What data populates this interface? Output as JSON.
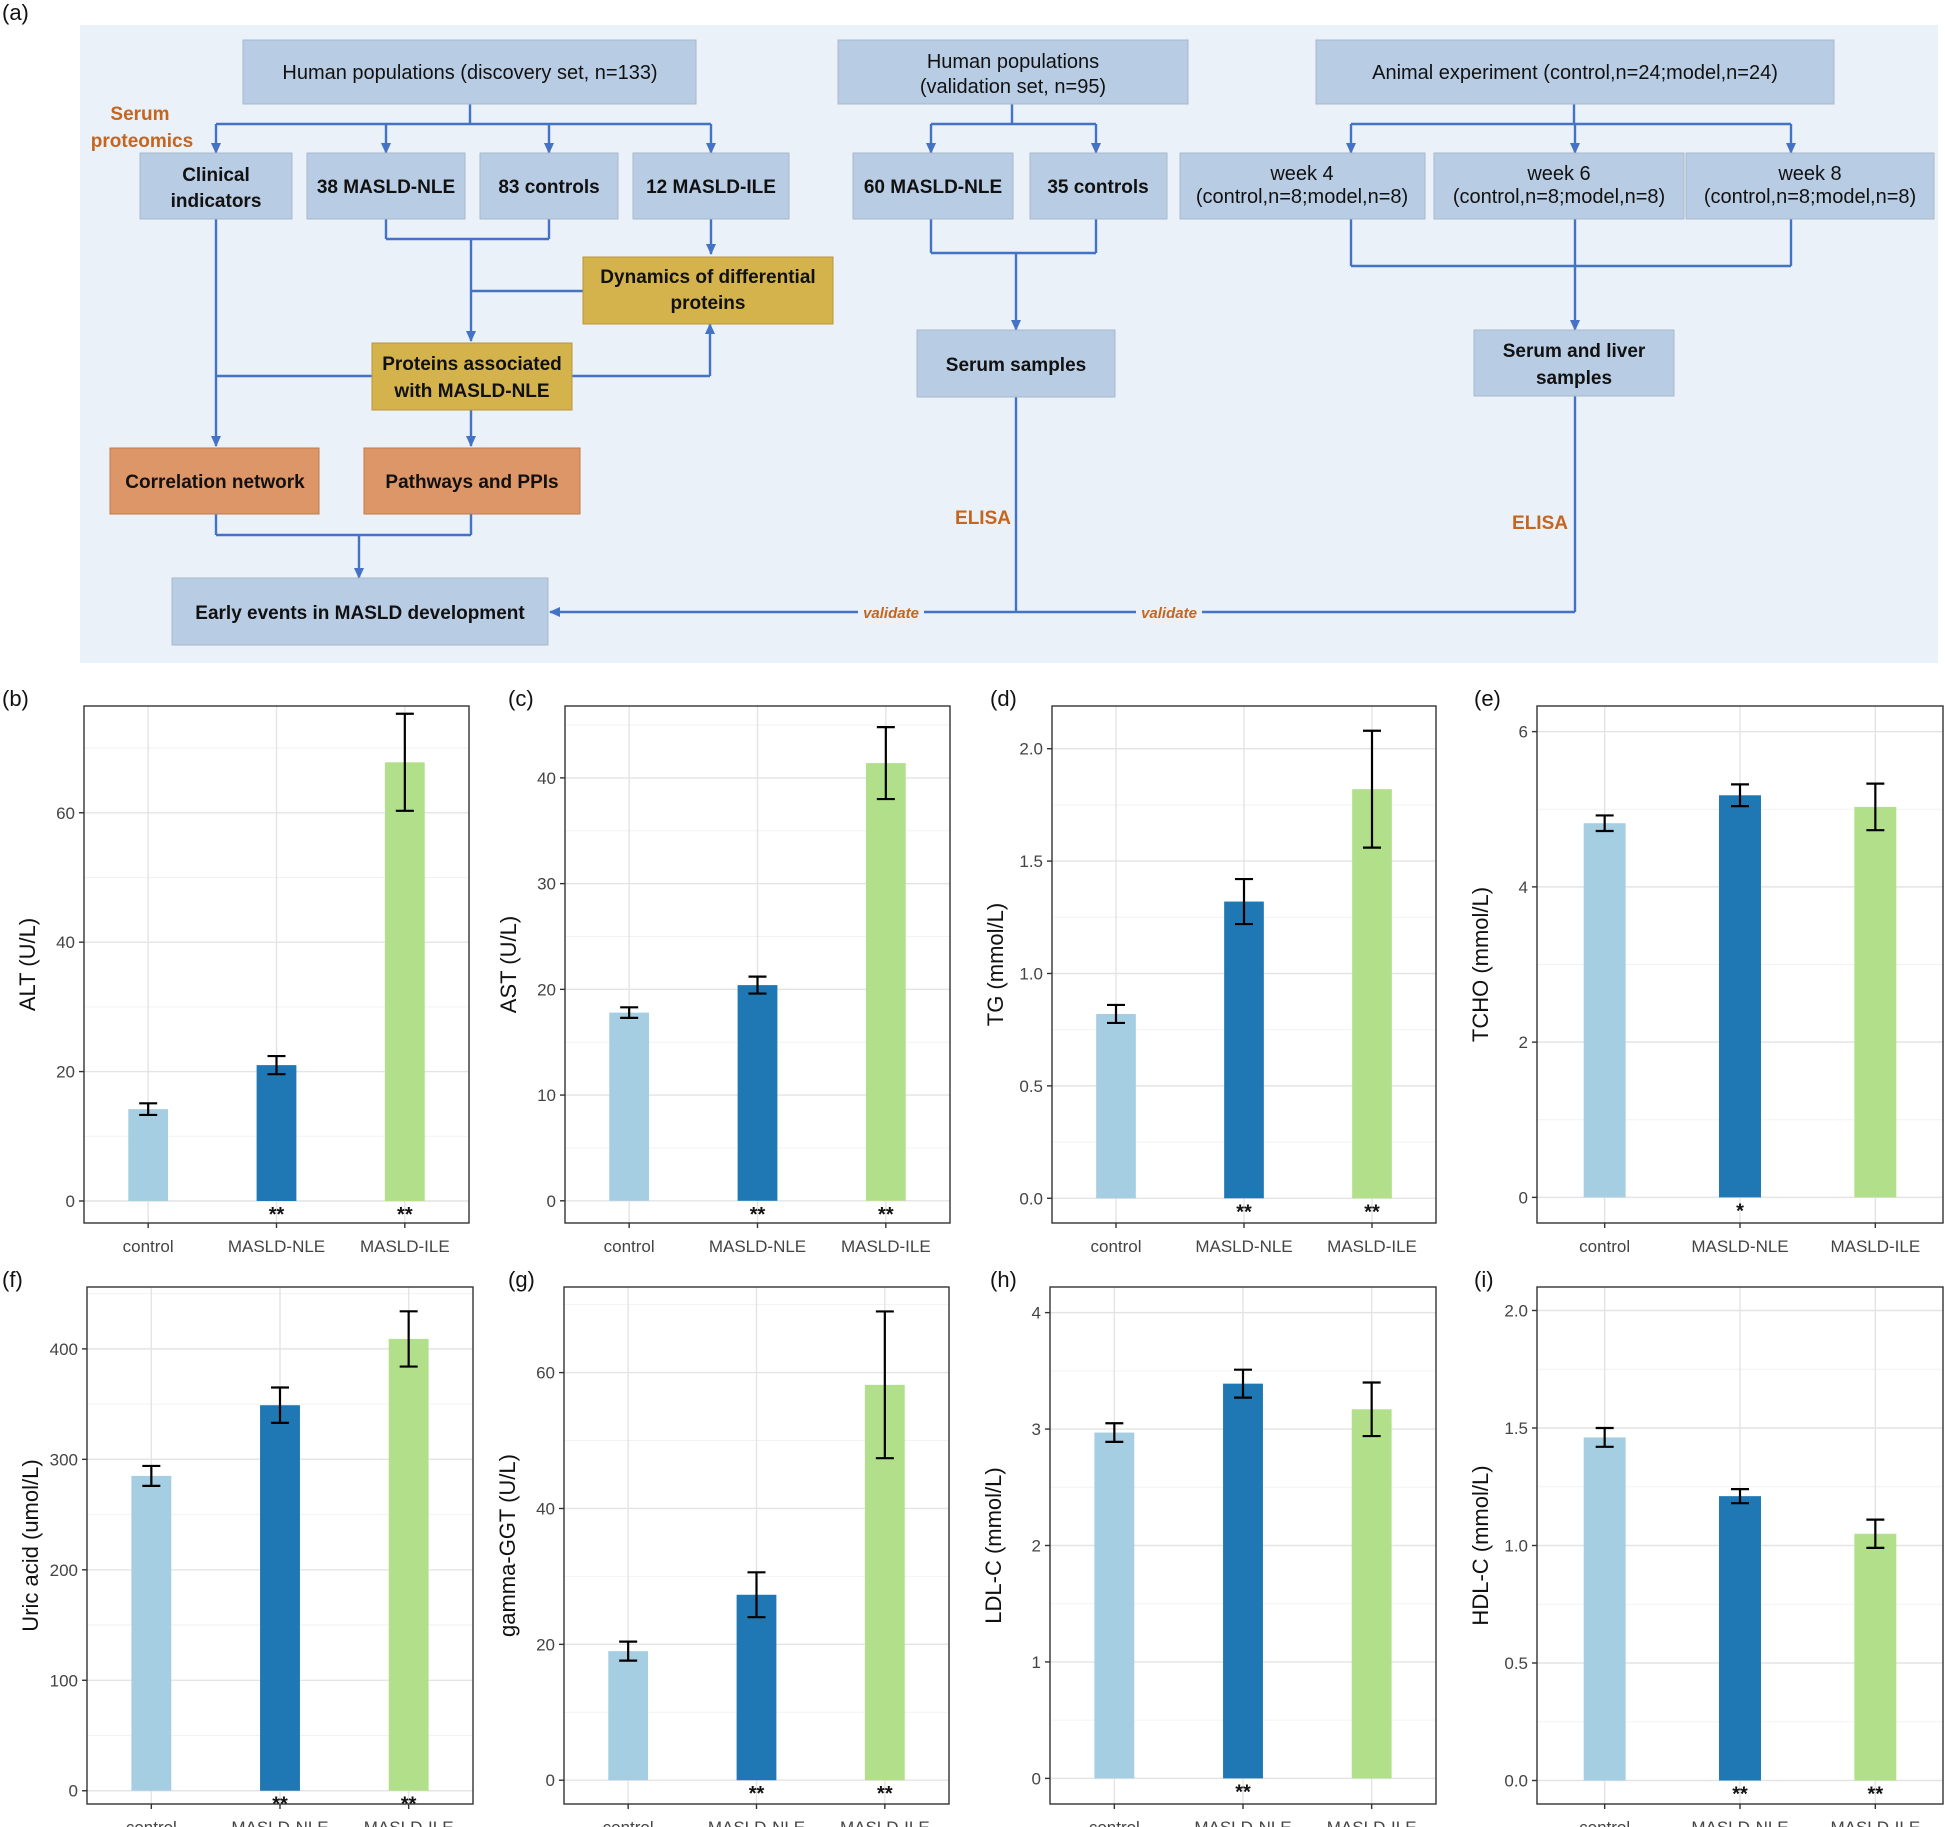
{
  "flowchart": {
    "panel_label": "(a)",
    "boxes": {
      "human_discovery": "Human populations (discovery set, n=133)",
      "human_validation_line1": "Human populations",
      "human_validation_line2": "(validation set, n=95)",
      "animal": "Animal experiment (control,n=24;model,n=24)",
      "clinical_line1": "Clinical",
      "clinical_line2": "indicators",
      "nle38": "38 MASLD-NLE",
      "controls83": "83 controls",
      "ile12": "12 MASLD-ILE",
      "nle60": "60 MASLD-NLE",
      "controls35": "35 controls",
      "week4_line1": "week 4",
      "week4_line2": "(control,n=8;model,n=8)",
      "week6_line1": "week 6",
      "week6_line2": "(control,n=8;model,n=8)",
      "week8_line1": "week 8",
      "week8_line2": "(control,n=8;model,n=8)",
      "dynamics_line1": "Dynamics of differential",
      "dynamics_line2": "proteins",
      "proteins_line1": "Proteins associated",
      "proteins_line2": "with MASLD-NLE",
      "serum_samples": "Serum samples",
      "serum_liver_line1": "Serum and liver",
      "serum_liver_line2": "samples",
      "correlation": "Correlation network",
      "pathways": "Pathways and PPIs",
      "early_events": "Early events in MASLD development"
    },
    "annotations": {
      "serum_proteomics_line1": "Serum",
      "serum_proteomics_line2": "proteomics",
      "elisa_left": "ELISA",
      "elisa_right": "ELISA",
      "validate_left": "validate",
      "validate_right": "validate"
    },
    "colors": {
      "background": "#eaf1f9",
      "box_blue": "#b8cce4",
      "box_gold": "#d4b24c",
      "box_orange": "#dc9668",
      "arrow": "#4472c4",
      "annotation": "#c5651e"
    }
  },
  "chart_data": [
    {
      "panel": "(b)",
      "type": "bar",
      "ylabel": "ALT (U/L)",
      "categories": [
        "control",
        "MASLD-NLE",
        "MASLD-ILE"
      ],
      "values": [
        14.2,
        21.0,
        67.8
      ],
      "errors": [
        0.9,
        1.4,
        7.5
      ],
      "significance": [
        "",
        "**",
        "**"
      ],
      "yticks": [
        0,
        20,
        40,
        60
      ],
      "ylim": [
        -3.4,
        76.5
      ]
    },
    {
      "panel": "(c)",
      "type": "bar",
      "ylabel": "AST (U/L)",
      "categories": [
        "control",
        "MASLD-NLE",
        "MASLD-ILE"
      ],
      "values": [
        17.8,
        20.4,
        41.4
      ],
      "errors": [
        0.5,
        0.8,
        3.4
      ],
      "significance": [
        "",
        "**",
        "**"
      ],
      "yticks": [
        0,
        10,
        20,
        30,
        40
      ],
      "ylim": [
        -2.1,
        46.8
      ]
    },
    {
      "panel": "(d)",
      "type": "bar",
      "ylabel": "TG (mmol/L)",
      "categories": [
        "control",
        "MASLD-NLE",
        "MASLD-ILE"
      ],
      "values": [
        0.82,
        1.32,
        1.82
      ],
      "errors": [
        0.04,
        0.1,
        0.26
      ],
      "significance": [
        "",
        "**",
        "**"
      ],
      "yticks": [
        0.0,
        0.5,
        1.0,
        1.5,
        2.0
      ],
      "ylim": [
        -0.11,
        2.19
      ],
      "tick_format": "fixed1"
    },
    {
      "panel": "(e)",
      "type": "bar",
      "ylabel": "TCHO (mmol/L)",
      "categories": [
        "control",
        "MASLD-NLE",
        "MASLD-ILE"
      ],
      "values": [
        4.82,
        5.18,
        5.03
      ],
      "errors": [
        0.1,
        0.14,
        0.3
      ],
      "significance": [
        "",
        "*",
        ""
      ],
      "yticks": [
        0,
        2,
        4,
        6
      ],
      "ylim": [
        -0.33,
        6.33
      ]
    },
    {
      "panel": "(f)",
      "type": "bar",
      "ylabel": "Uric acid (umol/L)",
      "categories": [
        "control",
        "MASLD-NLE",
        "MASLD-ILE"
      ],
      "values": [
        285,
        349,
        409
      ],
      "errors": [
        9,
        16,
        25
      ],
      "significance": [
        "",
        "**",
        "**"
      ],
      "yticks": [
        0,
        100,
        200,
        300,
        400
      ],
      "ylim": [
        -12,
        456
      ]
    },
    {
      "panel": "(g)",
      "type": "bar",
      "ylabel": "gamma-GGT (U/L)",
      "categories": [
        "control",
        "MASLD-NLE",
        "MASLD-ILE"
      ],
      "values": [
        19.0,
        27.3,
        58.2
      ],
      "errors": [
        1.4,
        3.3,
        10.8
      ],
      "significance": [
        "",
        "**",
        "**"
      ],
      "yticks": [
        0,
        20,
        40,
        60
      ],
      "ylim": [
        -3.5,
        72.6
      ]
    },
    {
      "panel": "(h)",
      "type": "bar",
      "ylabel": "LDL-C (mmol/L)",
      "categories": [
        "control",
        "MASLD-NLE",
        "MASLD-ILE"
      ],
      "values": [
        2.97,
        3.39,
        3.17
      ],
      "errors": [
        0.08,
        0.12,
        0.23
      ],
      "significance": [
        "",
        "**",
        ""
      ],
      "yticks": [
        0,
        1,
        2,
        3,
        4
      ],
      "ylim": [
        -0.22,
        4.22
      ]
    },
    {
      "panel": "(i)",
      "type": "bar",
      "ylabel": "HDL-C (mmol/L)",
      "categories": [
        "control",
        "MASLD-NLE",
        "MASLD-ILE"
      ],
      "values": [
        1.46,
        1.21,
        1.05
      ],
      "errors": [
        0.04,
        0.03,
        0.06
      ],
      "significance": [
        "",
        "**",
        "**"
      ],
      "yticks": [
        0.0,
        0.5,
        1.0,
        1.5,
        2.0
      ],
      "ylim": [
        -0.1,
        2.1
      ],
      "tick_format": "fixed1"
    }
  ],
  "bar_colors": [
    "#a6cee3",
    "#1f78b4",
    "#b2df8a"
  ]
}
